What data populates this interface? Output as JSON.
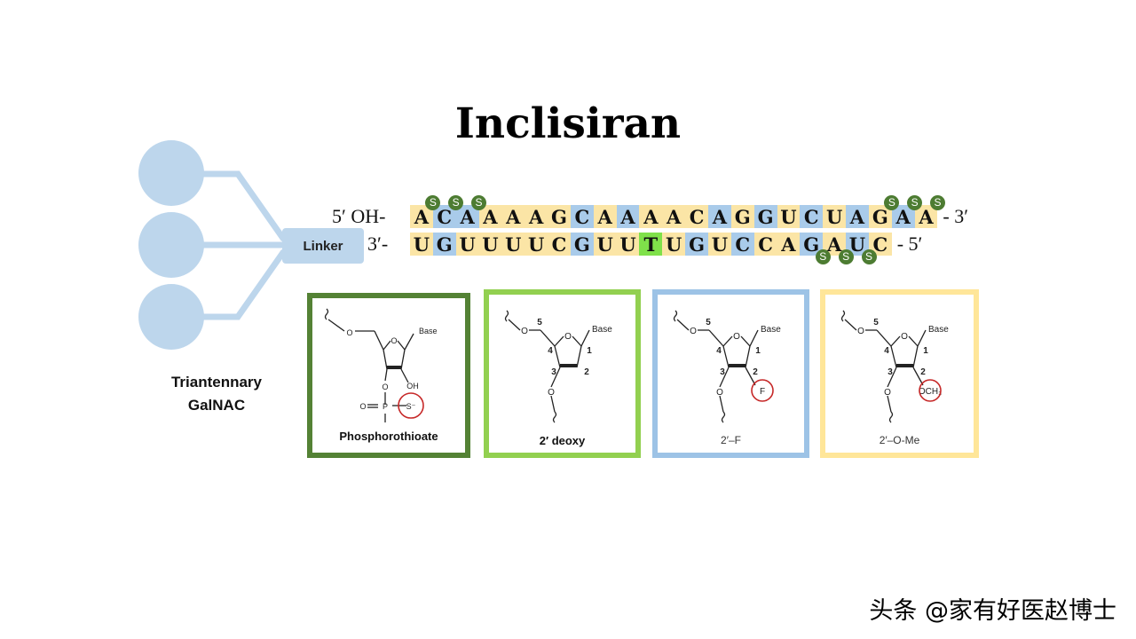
{
  "title": "Inclisiran",
  "galnac": {
    "label_line1": "Triantennary",
    "label_line2": "GalNAC"
  },
  "linker": {
    "label": "Linker"
  },
  "sense": {
    "left_end": "5′ OH-",
    "right_end": "- 3′",
    "letters": [
      "A",
      "C",
      "A",
      "A",
      "A",
      "A",
      "G",
      "C",
      "A",
      "A",
      "A",
      "A",
      "C",
      "A",
      "G",
      "G",
      "U",
      "C",
      "U",
      "A",
      "G",
      "A",
      "A"
    ],
    "modification": [
      "o",
      "f",
      "f",
      "o",
      "o",
      "o",
      "o",
      "f",
      "o",
      "f",
      "o",
      "o",
      "o",
      "f",
      "o",
      "f",
      "o",
      "f",
      "o",
      "f",
      "o",
      "f",
      "o"
    ],
    "phosphorothioate_positions": [
      1,
      2,
      3,
      21,
      22,
      23
    ]
  },
  "antisense": {
    "left_end": "3′-",
    "right_end": "- 5′",
    "letters": [
      "U",
      "G",
      "U",
      "U",
      "U",
      "U",
      "C",
      "G",
      "U",
      "U",
      "T",
      "U",
      "G",
      "U",
      "C",
      "C",
      "A",
      "G",
      "A",
      "U",
      "C"
    ],
    "modification": [
      "o",
      "f",
      "o",
      "o",
      "o",
      "o",
      "o",
      "f",
      "o",
      "o",
      "d",
      "o",
      "f",
      "o",
      "f",
      "o",
      "o",
      "f",
      "o",
      "f",
      "o"
    ],
    "phosphorothioate_positions": [
      18,
      19,
      20
    ]
  },
  "phosphorothioate_symbol": "S",
  "modifications": [
    {
      "key": "ps",
      "label": "Phosphorothioate",
      "border_color": "#548235",
      "struct_labels": {
        "base": "Base",
        "oh": "OH",
        "o_eq": "O",
        "p": "P",
        "s": "S⁻",
        "ring_o": "O"
      }
    },
    {
      "key": "deoxy",
      "label": "2′ deoxy",
      "border_color": "#92d050",
      "struct_labels": {
        "base": "Base",
        "n1": "1",
        "n2": "2",
        "n3": "3",
        "n4": "4",
        "n5": "5",
        "o_top": "O",
        "o_ring": "O",
        "o_bot": "O"
      }
    },
    {
      "key": "f",
      "label": "2′–F",
      "border_color": "#9dc3e6",
      "struct_labels": {
        "base": "Base",
        "n1": "1",
        "n2": "2",
        "n3": "3",
        "n4": "4",
        "n5": "5",
        "o_top": "O",
        "o_ring": "O",
        "o_bot": "O",
        "sub": "F"
      }
    },
    {
      "key": "ome",
      "label": "2′–O-Me",
      "border_color": "#ffe699",
      "struct_labels": {
        "base": "Base",
        "n1": "1",
        "n2": "2",
        "n3": "3",
        "n4": "4",
        "n5": "5",
        "o_top": "O",
        "o_ring": "O",
        "o_bot": "O",
        "sub": "OCH₃"
      }
    }
  ],
  "colors": {
    "unmodified_highlight": "#fbe5a6",
    "fluoro_highlight": "#a9cbea",
    "deoxy_highlight": "#7fe14a",
    "galnac_fill": "#bdd6ec",
    "ps_badge": "#4d7c32",
    "circle_highlight": "#c62828"
  },
  "watermark": "头条 @家有好医赵博士"
}
